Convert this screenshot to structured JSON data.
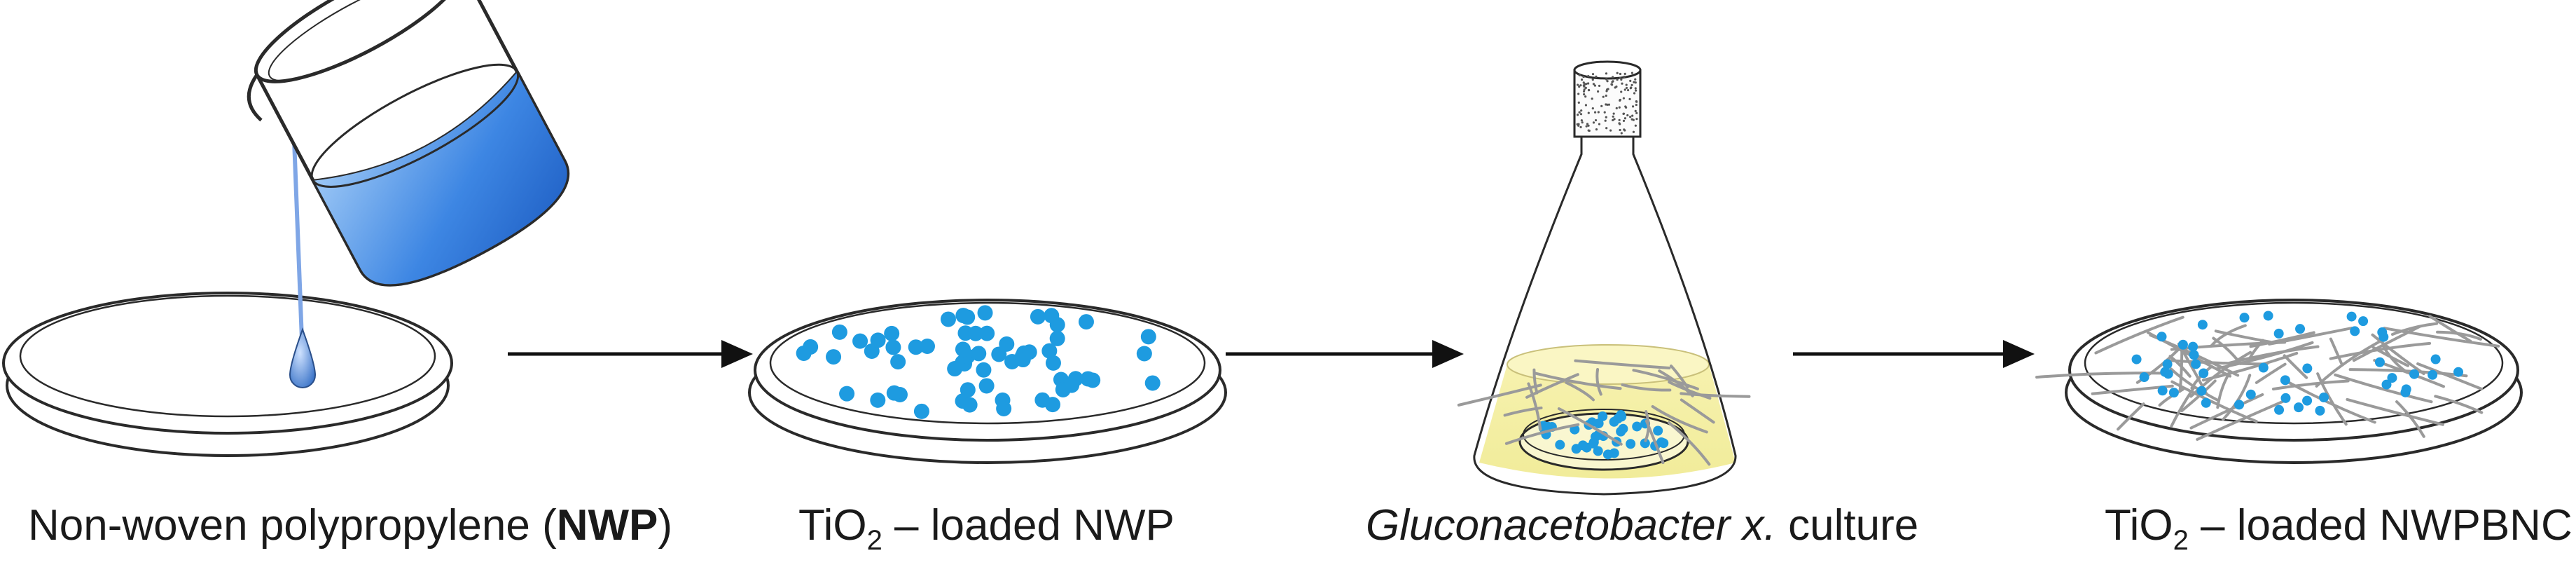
{
  "colors": {
    "outline": "#2a2a2a",
    "tio2": "#1e9be0",
    "liquid": "#4a8ee6",
    "culture_medium": "#f5f0a0",
    "fiber": "#9a9a9a"
  },
  "steps": [
    {
      "prefix": "Non-woven polypropylene (",
      "bold": "NWP",
      "suffix": ")"
    },
    {
      "base": "TiO",
      "sub": "2",
      "rest": " – loaded NWP"
    },
    {
      "italic": "Gluconacetobacter x.",
      "rest": " culture"
    },
    {
      "base": "TiO",
      "sub": "2",
      "rest": " – loaded NWPBNC"
    }
  ]
}
